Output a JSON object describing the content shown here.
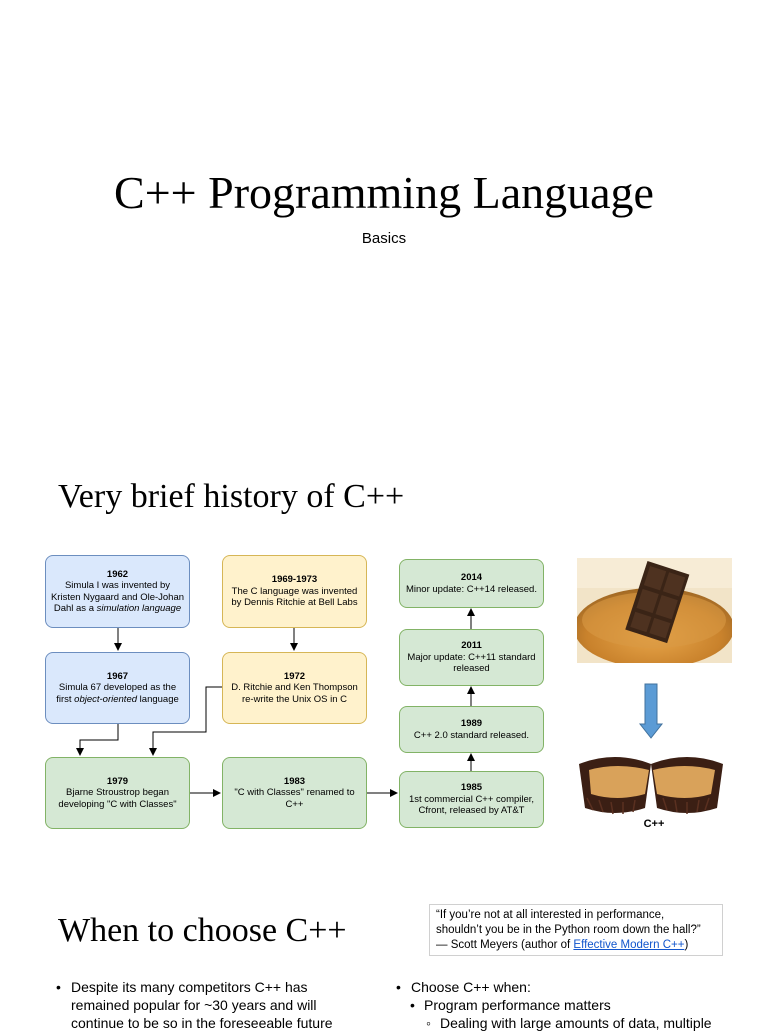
{
  "slide1": {
    "title": "C++ Programming Language",
    "subtitle": "Basics"
  },
  "slide2": {
    "title": "Very brief history of C++",
    "boxes": {
      "b1962": {
        "year": "1962",
        "pre": "Simula I was invented by Kristen Nygaard and Ole-Johan Dahl as a ",
        "em": "simulation language",
        "post": ""
      },
      "b1967": {
        "year": "1967",
        "pre": "Simula 67 developed as the first ",
        "em": "object-oriented",
        "post": " language"
      },
      "b1969": {
        "year": "1969-1973",
        "text": "The C language was invented by Dennis Ritchie at Bell Labs"
      },
      "b1972": {
        "year": "1972",
        "text": "D. Ritchie and Ken Thompson re-write the Unix OS in C"
      },
      "b1979": {
        "year": "1979",
        "text": "Bjarne Stroustrop began developing \"C with Classes\""
      },
      "b1983": {
        "year": "1983",
        "text": "\"C with Classes\" renamed to C++"
      },
      "b1985": {
        "year": "1985",
        "text": "1st commercial C++ compiler, Cfront,  released by AT&T"
      },
      "b1989": {
        "year": "1989",
        "text": "C++ 2.0 standard released."
      },
      "b2011": {
        "year": "2011",
        "text": "Major update: C++11 standard released"
      },
      "b2014": {
        "year": "2014",
        "text": "Minor update: C++14 released."
      }
    },
    "image_caption": "C++",
    "colors": {
      "blue_fill": "#dae8fc",
      "yellow_fill": "#fff2cc",
      "green_fill": "#d5e8d4",
      "down_arrow": "#5b9bd5"
    }
  },
  "slide3": {
    "title": "When to choose C++",
    "quote": {
      "line1": "“If you’re not at all interested in performance,",
      "line2": "shouldn’t you be in the Python room down the hall?”",
      "attrib_pre": "— Scott Meyers (author of ",
      "link": "Effective Modern C++",
      "attrib_post": ")"
    },
    "left_bullets": [
      "Despite its many competitors C++ has remained popular for ~30 years and will continue to be so in the foreseeable future"
    ],
    "right_bullets": {
      "b1": "Choose C++ when:",
      "b2": "Program performance matters",
      "b3": "Dealing with large amounts of data, multiple"
    }
  }
}
